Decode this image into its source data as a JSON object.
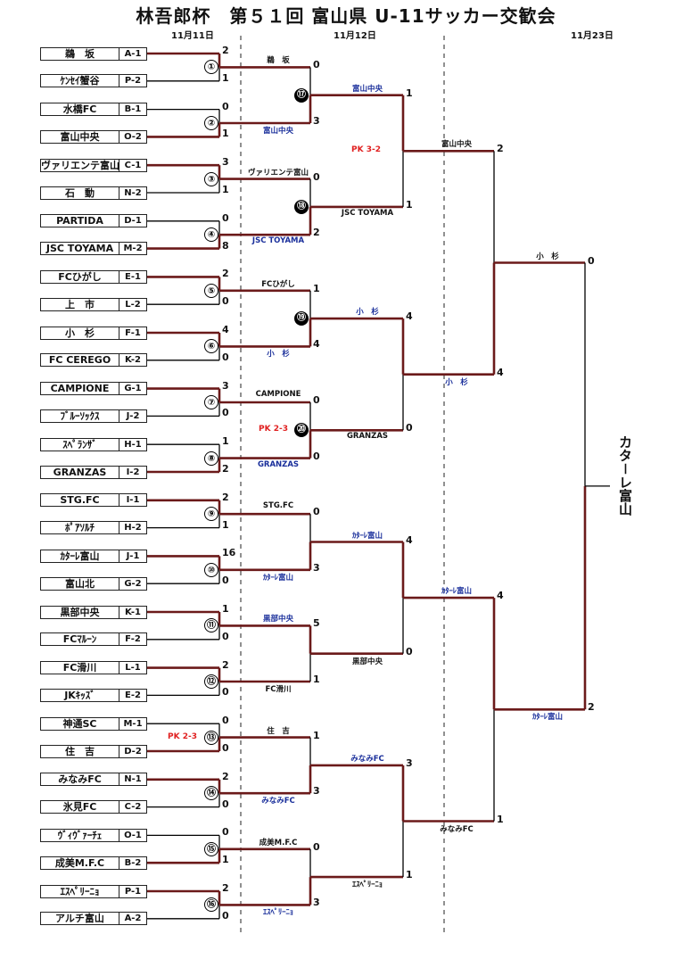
{
  "title": "林吾郎杯　第５１回 富山県 U-11サッカー交歓会",
  "dates": [
    "11月11日",
    "11月12日",
    "11月23日"
  ],
  "champion": "カタ－レ富山",
  "colors": {
    "line": "#000000",
    "winner": "#6b1a1a",
    "blue": "#1a2f9b",
    "pk": "#e02020"
  },
  "teams": [
    {
      "name": "鵜　坂",
      "seed": "A-1"
    },
    {
      "name": "ｹﾝｾｲ蟹谷",
      "seed": "P-2"
    },
    {
      "name": "水橋FC",
      "seed": "B-1"
    },
    {
      "name": "富山中央",
      "seed": "O-2"
    },
    {
      "name": "ヴァリエンテ富山",
      "seed": "C-1"
    },
    {
      "name": "石　動",
      "seed": "N-2"
    },
    {
      "name": "PARTIDA",
      "seed": "D-1"
    },
    {
      "name": "JSC TOYAMA",
      "seed": "M-2"
    },
    {
      "name": "FCひがし",
      "seed": "E-1"
    },
    {
      "name": "上　市",
      "seed": "L-2"
    },
    {
      "name": "小　杉",
      "seed": "F-1"
    },
    {
      "name": "FC CEREGO",
      "seed": "K-2"
    },
    {
      "name": "CAMPIONE",
      "seed": "G-1"
    },
    {
      "name": "ﾌﾞﾙｰｿｯｸｽ",
      "seed": "J-2"
    },
    {
      "name": "ｽﾍﾟﾗﾝｻﾞ",
      "seed": "H-1"
    },
    {
      "name": "GRANZAS",
      "seed": "I-2"
    },
    {
      "name": "STG.FC",
      "seed": "I-1"
    },
    {
      "name": "ﾎﾟｱｿﾙﾁ",
      "seed": "H-2"
    },
    {
      "name": "ｶﾀｰﾚ富山",
      "seed": "J-1"
    },
    {
      "name": "富山北",
      "seed": "G-2"
    },
    {
      "name": "黒部中央",
      "seed": "K-1"
    },
    {
      "name": "FCﾏﾙｰﾝ",
      "seed": "F-2"
    },
    {
      "name": "FC滑川",
      "seed": "L-1"
    },
    {
      "name": "JKｷｯｽﾞ",
      "seed": "E-2"
    },
    {
      "name": "神通SC",
      "seed": "M-1"
    },
    {
      "name": "住　吉",
      "seed": "D-2"
    },
    {
      "name": "みなみFC",
      "seed": "N-1"
    },
    {
      "name": "氷見FC",
      "seed": "C-2"
    },
    {
      "name": "ｳﾞｨｳﾞｧｰﾁｪ",
      "seed": "O-1"
    },
    {
      "name": "成美M.F.C",
      "seed": "B-2"
    },
    {
      "name": "ｴｽﾍﾟﾘｰﾆｮ",
      "seed": "P-1"
    },
    {
      "name": "アルチ富山",
      "seed": "A-2"
    }
  ],
  "r1": [
    {
      "no": "①",
      "scores": [
        "2",
        "1"
      ],
      "winner": 0
    },
    {
      "no": "②",
      "scores": [
        "0",
        "1"
      ],
      "winner": 1
    },
    {
      "no": "③",
      "scores": [
        "3",
        "1"
      ],
      "winner": 0
    },
    {
      "no": "④",
      "scores": [
        "0",
        "8"
      ],
      "winner": 1
    },
    {
      "no": "⑤",
      "scores": [
        "2",
        "0"
      ],
      "winner": 0
    },
    {
      "no": "⑥",
      "scores": [
        "4",
        "0"
      ],
      "winner": 0
    },
    {
      "no": "⑦",
      "scores": [
        "3",
        "0"
      ],
      "winner": 0
    },
    {
      "no": "⑧",
      "scores": [
        "1",
        "2"
      ],
      "winner": 1
    },
    {
      "no": "⑨",
      "scores": [
        "2",
        "1"
      ],
      "winner": 0
    },
    {
      "no": "⑩",
      "scores": [
        "16",
        "0"
      ],
      "winner": 0
    },
    {
      "no": "⑪",
      "scores": [
        "1",
        "0"
      ],
      "winner": 0
    },
    {
      "no": "⑫",
      "scores": [
        "2",
        "0"
      ],
      "winner": 0
    },
    {
      "no": "⑬",
      "scores": [
        "0",
        "0"
      ],
      "winner": 1,
      "pk": "PK 2-3"
    },
    {
      "no": "⑭",
      "scores": [
        "2",
        "0"
      ],
      "winner": 0
    },
    {
      "no": "⑮",
      "scores": [
        "0",
        "1"
      ],
      "winner": 1
    },
    {
      "no": "⑯",
      "scores": [
        "2",
        "0"
      ],
      "winner": 0
    }
  ],
  "r2": [
    {
      "no": "⑰",
      "top": "鵜　坂",
      "bottom": "富山中央",
      "scores": [
        "0",
        "3"
      ],
      "winner": 1
    },
    {
      "no": "⑱",
      "top": "ヴァリエンテ富山",
      "bottom": "JSC TOYAMA",
      "scores": [
        "0",
        "2"
      ],
      "winner": 1
    },
    {
      "no": "⑲",
      "top": "FCひがし",
      "bottom": "小　杉",
      "scores": [
        "1",
        "4"
      ],
      "winner": 1
    },
    {
      "no": "⑳",
      "top": "CAMPIONE",
      "bottom": "GRANZAS",
      "scores": [
        "0",
        "0"
      ],
      "winner": 1,
      "pk": "PK 2-3"
    },
    {
      "no": "",
      "top": "STG.FC",
      "bottom": "ｶﾀｰﾚ富山",
      "scores": [
        "0",
        "3"
      ],
      "winner": 1
    },
    {
      "no": "",
      "top": "黒部中央",
      "bottom": "FC滑川",
      "scores": [
        "5",
        "1"
      ],
      "winner": 0
    },
    {
      "no": "",
      "top": "住　吉",
      "bottom": "みなみFC",
      "scores": [
        "1",
        "3"
      ],
      "winner": 1
    },
    {
      "no": "",
      "top": "成美M.F.C",
      "bottom": "ｴｽﾍﾟﾘｰﾆｮ",
      "scores": [
        "0",
        "3"
      ],
      "winner": 1
    }
  ],
  "r3": [
    {
      "top": "富山中央",
      "bottom": "JSC TOYAMA",
      "scores": [
        "1",
        "1"
      ],
      "winner": 0,
      "pk": "PK 3-2"
    },
    {
      "top": "小　杉",
      "bottom": "GRANZAS",
      "scores": [
        "4",
        "0"
      ],
      "winner": 0
    },
    {
      "top": "ｶﾀｰﾚ富山",
      "bottom": "黒部中央",
      "scores": [
        "4",
        "0"
      ],
      "winner": 0
    },
    {
      "top": "みなみFC",
      "bottom": "ｴｽﾍﾟﾘｰﾆｮ",
      "scores": [
        "3",
        "1"
      ],
      "winner": 0
    }
  ],
  "r4": [
    {
      "top": "富山中央",
      "bottom": "小　杉",
      "scores": [
        "2",
        "4"
      ],
      "winner": 1
    },
    {
      "top": "ｶﾀｰﾚ富山",
      "bottom": "みなみFC",
      "scores": [
        "4",
        "1"
      ],
      "winner": 0
    }
  ],
  "r5": {
    "top": "小　杉",
    "bottom": "ｶﾀｰﾚ富山",
    "scores": [
      "0",
      "2"
    ],
    "winner": 1
  }
}
